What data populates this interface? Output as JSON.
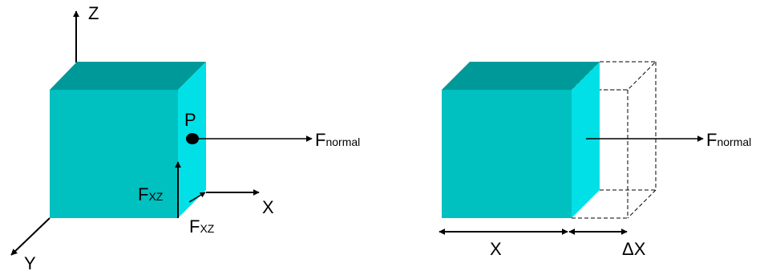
{
  "colors": {
    "cube_front": "#00c0c0",
    "cube_top": "#00999a",
    "cube_side": "#00e0e6",
    "line": "#000000",
    "background": "#ffffff"
  },
  "left_figure": {
    "axis_z": "Z",
    "axis_x": "X",
    "axis_y": "Y",
    "point_label": "P",
    "force_normal_main": "F",
    "force_normal_sub": "normal",
    "force_xz_vertical_main": "F",
    "force_xz_vertical_sub": "XZ",
    "force_xz_horizontal_main": "F",
    "force_xz_horizontal_sub": "XZ"
  },
  "right_figure": {
    "force_normal_main": "F",
    "force_normal_sub": "normal",
    "length_label": "X",
    "delta_label": "ΔX"
  }
}
